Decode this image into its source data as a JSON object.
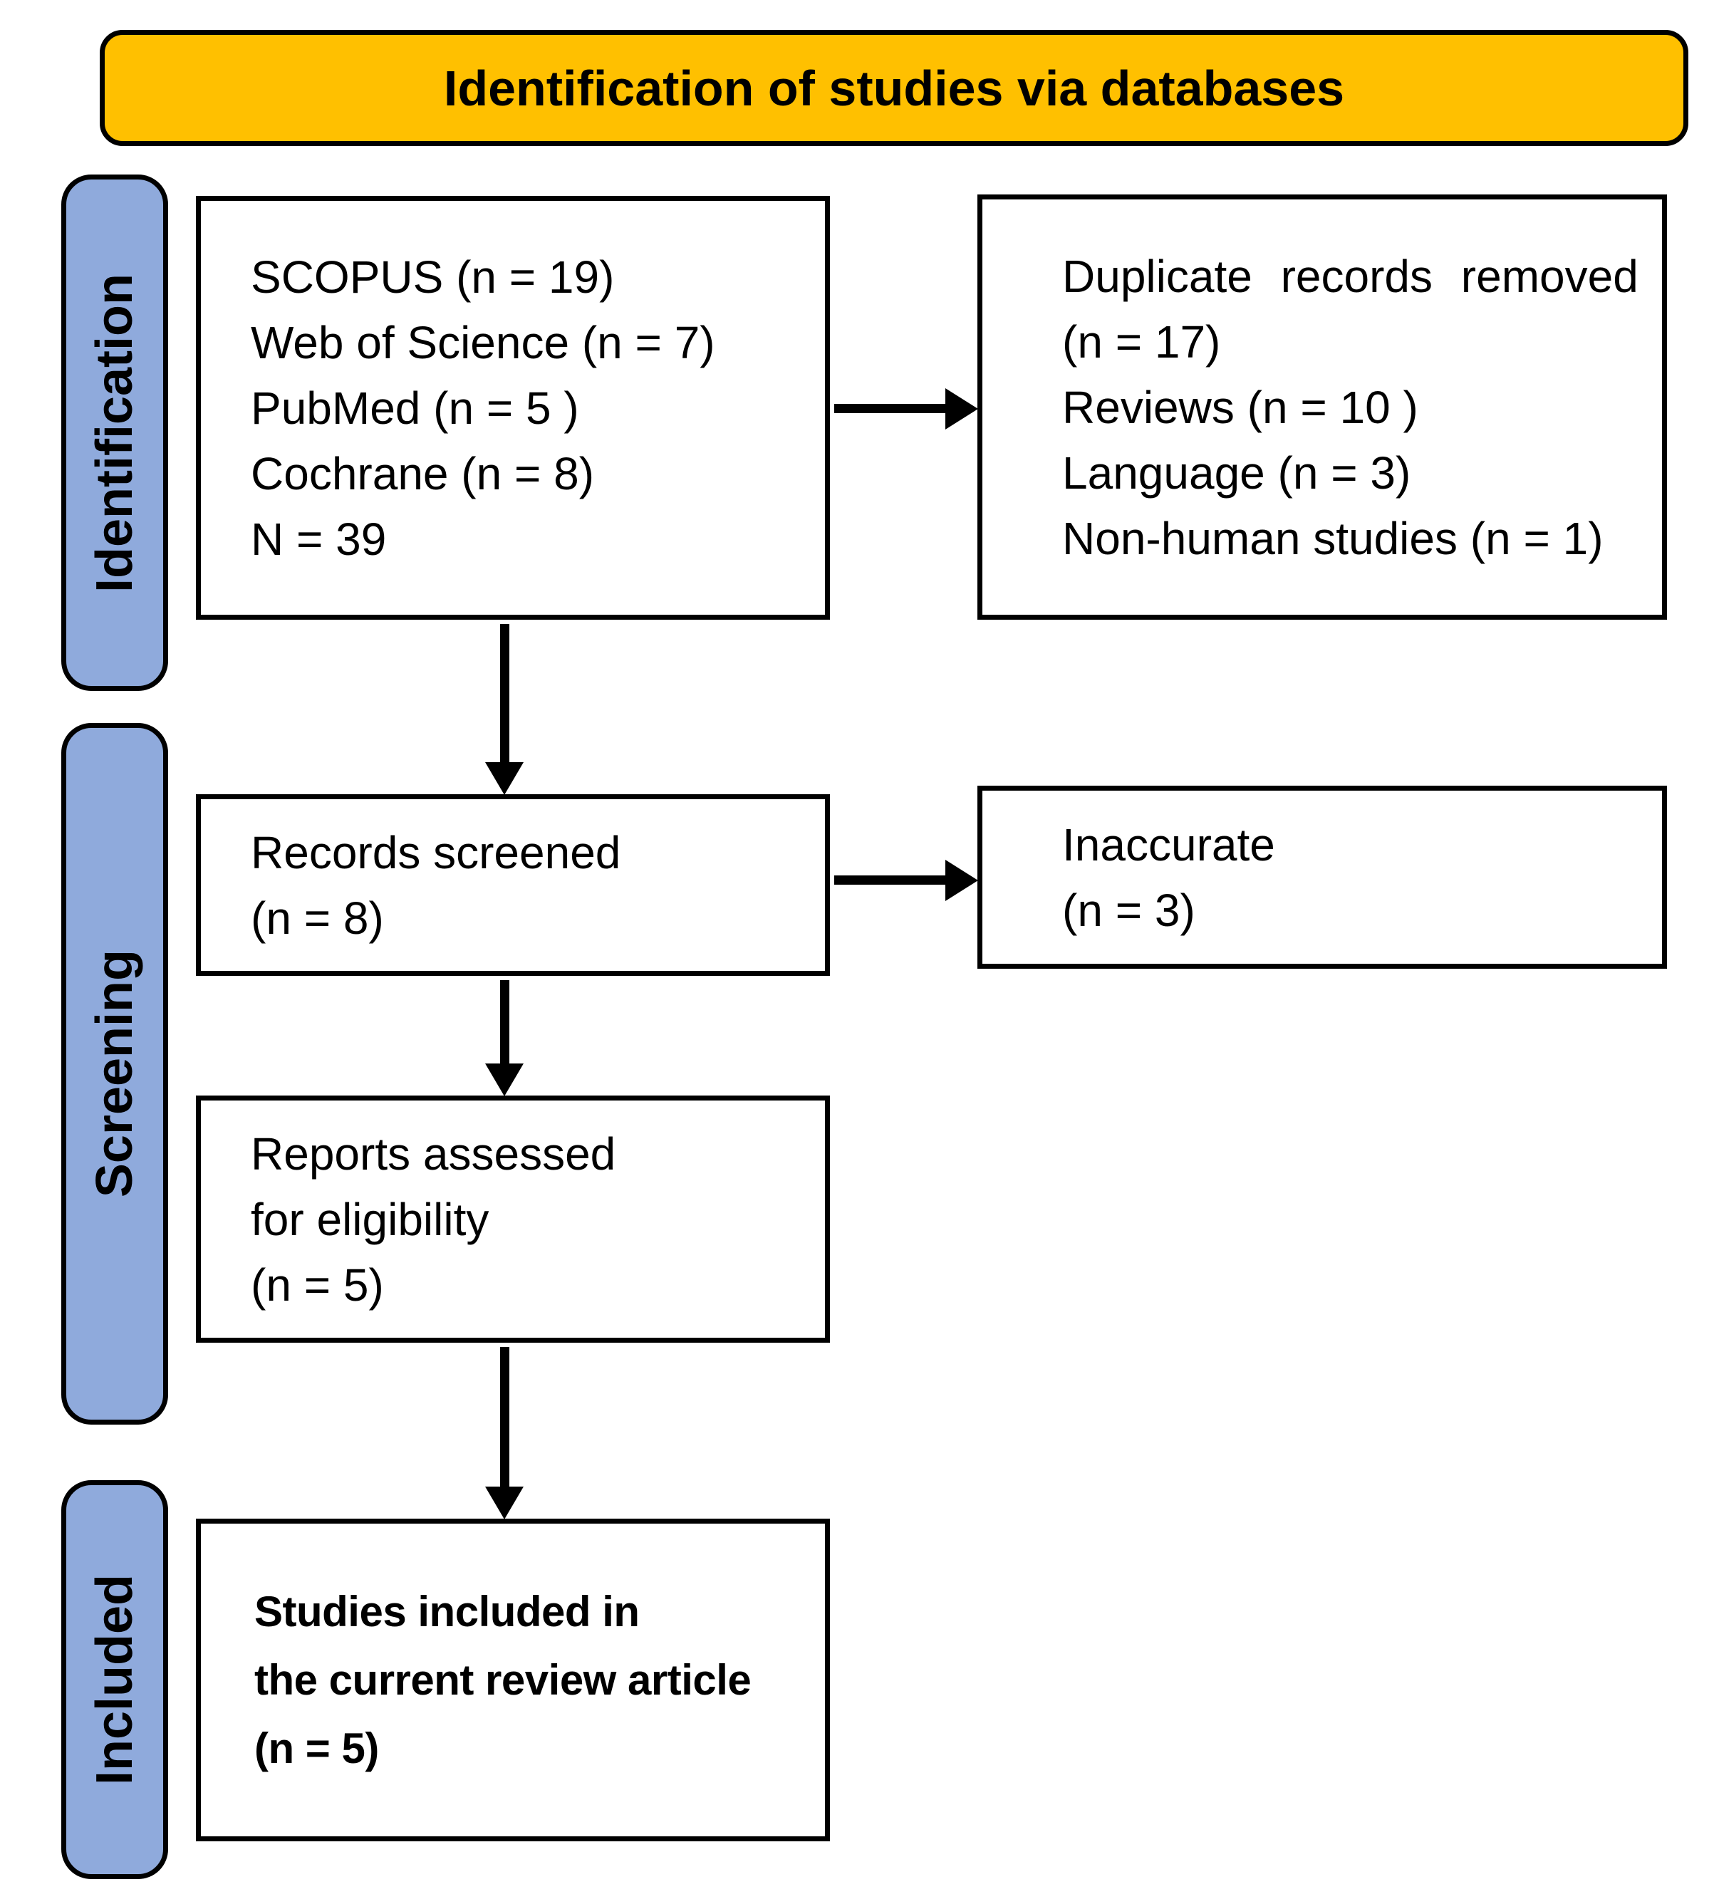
{
  "title": "Identification of studies via databases",
  "colors": {
    "title_bg": "#FFC000",
    "stage_bg": "#8FAADC",
    "line": "#000000",
    "box_bg": "#FFFFFF"
  },
  "stages": {
    "identification": "Identification",
    "screening": "Screening",
    "included": "Included"
  },
  "boxes": {
    "databases": {
      "lines": [
        "SCOPUS (n = 19)",
        "Web of Science (n = 7)",
        "PubMed (n = 5 )",
        "Cochrane (n = 8)",
        "N = 39"
      ]
    },
    "removed": {
      "lines": [
        "Duplicate records removed",
        "(n = 17)",
        "Reviews (n = 10 )",
        "Language (n = 3)",
        "Non-human studies (n = 1)"
      ]
    },
    "screened": {
      "lines": [
        "Records screened",
        "(n = 8)"
      ]
    },
    "inaccurate": {
      "lines": [
        "Inaccurate",
        "(n = 3)"
      ]
    },
    "assessed": {
      "lines": [
        "Reports assessed",
        "for eligibility",
        "(n = 5)"
      ]
    },
    "included": {
      "lines": [
        "Studies included in",
        "the current review article",
        "(n = 5)"
      ]
    }
  }
}
